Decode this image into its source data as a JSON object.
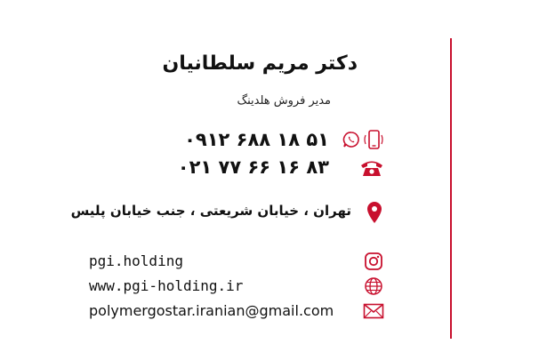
{
  "person": {
    "name": "دکتر مریم سلطانیان",
    "title": "مدیر فروش هلدینگ"
  },
  "phones": {
    "mobile": "۰۹۱۲ ۶۸۸ ۱۸ ۵۱",
    "landline": "۰۲۱ ۷۷ ۶۶ ۱۶ ۸۳"
  },
  "address": "تهران ، خیابان شریعتی ، جنب خیابان پلیس",
  "contacts": {
    "instagram": "pgi.holding",
    "website": "www.pgi-holding.ir",
    "email": "polymergostar.iranian@gmail.com"
  },
  "colors": {
    "accent": "#c8102e"
  },
  "icons": [
    "mobile-phone-icon",
    "whatsapp-icon",
    "telephone-icon",
    "location-pin-icon",
    "instagram-icon",
    "globe-icon",
    "email-icon"
  ]
}
